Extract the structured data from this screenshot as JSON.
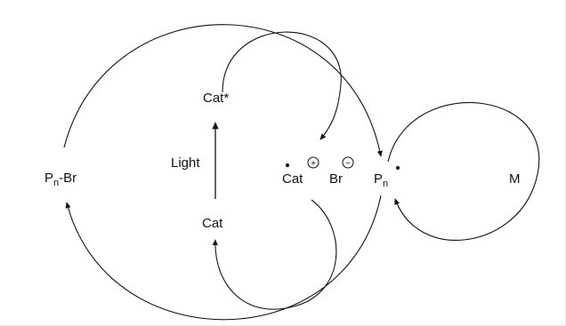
{
  "nodes": {
    "cat_star": "Cat*",
    "light": "Light",
    "cat": "Cat",
    "pn_br_main": "P",
    "pn_br_sub": "n",
    "pn_br_tail": "-Br",
    "cat_radical_cation": "Cat",
    "plus_sign": "+",
    "bromide": "Br",
    "minus_sign": "−",
    "pn_main": "P",
    "pn_sub": "n",
    "monomer": "M"
  }
}
